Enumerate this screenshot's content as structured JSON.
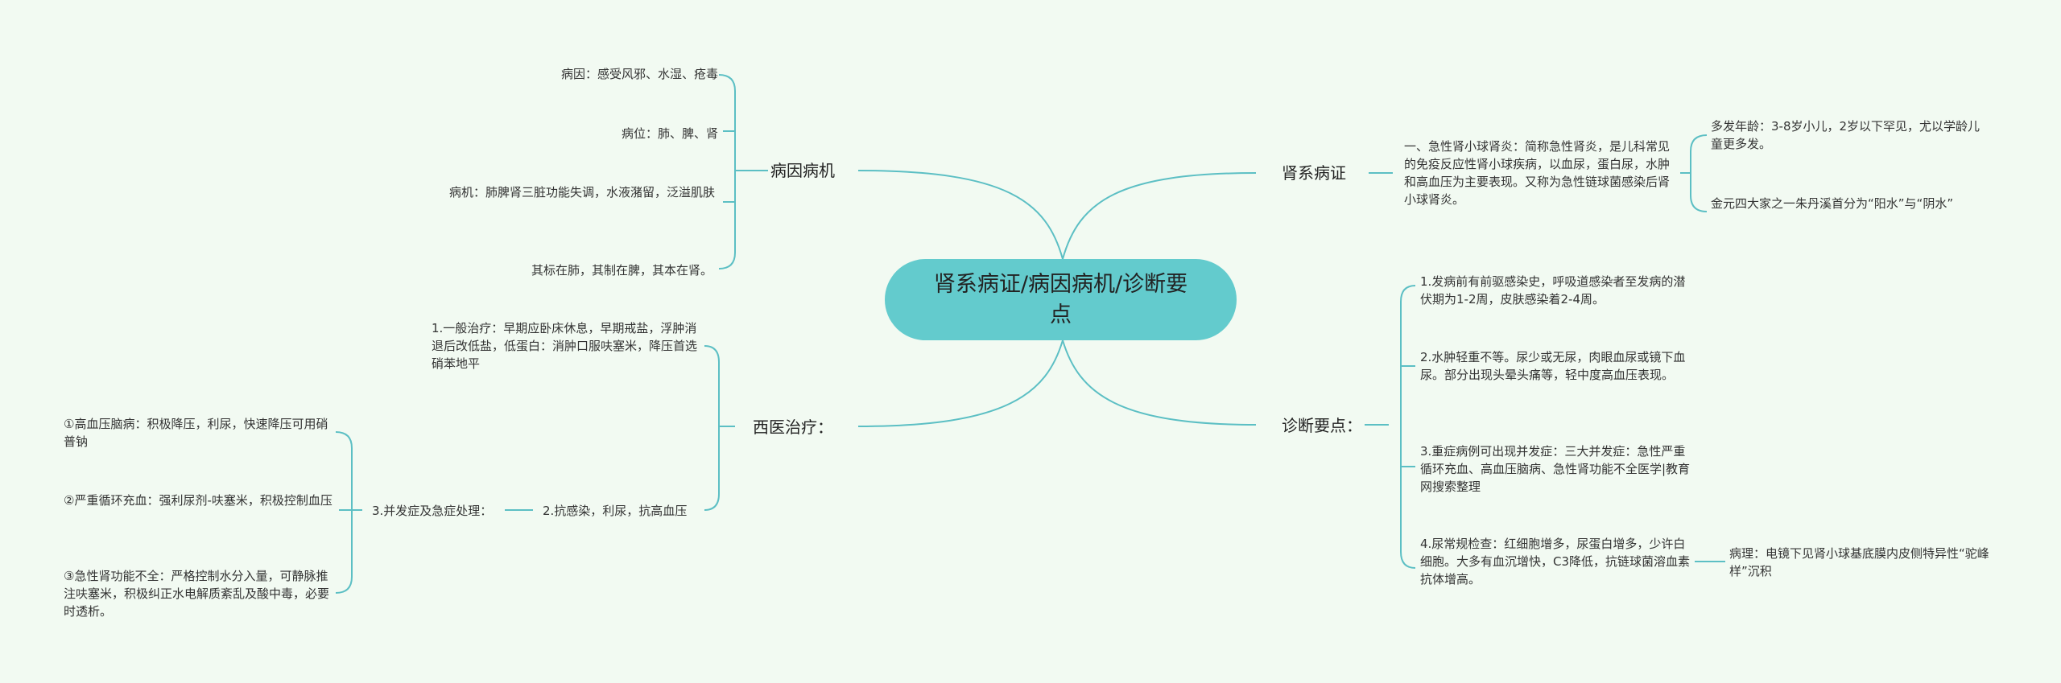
{
  "colors": {
    "background": "#f2faf2",
    "root_fill": "#63cbcd",
    "line": "#5cbfc4"
  },
  "root": {
    "title": "肾系病证/病因病机/诊断要点"
  },
  "left": {
    "cause": {
      "label": "病因病机",
      "items": [
        "病因：感受风邪、水湿、疮毒",
        "病位：肺、脾、肾",
        "病机：肺脾肾三脏功能失调，水液潴留，泛溢肌肤",
        "其标在肺，其制在脾，其本在肾。"
      ]
    },
    "western": {
      "label": "西医治疗：",
      "general": "1.一般治疗：早期应卧床休息，早期戒盐，浮肿消退后改低盐，低蛋白：消肿口服呋塞米，降压首选硝苯地平",
      "anti": "2.抗感染，利尿，抗高血压",
      "complication": "3.并发症及急症处理：",
      "sub": [
        "①高血压脑病：积极降压，利尿，快速降压可用硝普钠",
        "②严重循环充血：强利尿剂-呋塞米，积极控制血压",
        "③急性肾功能不全：严格控制水分入量，可静脉推注呋塞米，积极纠正水电解质紊乱及酸中毒，必要时透析。"
      ]
    }
  },
  "right": {
    "kidney": {
      "label": "肾系病证",
      "main": "一、急性肾小球肾炎：简称急性肾炎，是儿科常见的免疫反应性肾小球疾病，以血尿，蛋白尿，水肿和高血压为主要表现。又称为急性链球菌感染后肾小球肾炎。",
      "sub": [
        "多发年龄：3-8岁小儿，2岁以下罕见，尤以学龄儿童更多发。",
        "金元四大家之一朱丹溪首分为“阳水”与“阴水”"
      ]
    },
    "diagnosis": {
      "label": "诊断要点：",
      "items": [
        "1.发病前有前驱感染史，呼吸道感染者至发病的潜伏期为1-2周，皮肤感染着2-4周。",
        "2.水肿轻重不等。尿少或无尿，肉眼血尿或镜下血尿。部分出现头晕头痛等，轻中度高血压表现。",
        "3.重症病例可出现并发症：三大并发症：急性严重循环充血、高血压脑病、急性肾功能不全医学|教育网搜索整理",
        "4.尿常规检查：红细胞增多，尿蛋白增多，少许白细胞。大多有血沉增快，C3降低，抗链球菌溶血素抗体增高。"
      ],
      "pathology": "病理：电镜下见肾小球基底膜内皮侧特异性“驼峰样”沉积"
    }
  }
}
